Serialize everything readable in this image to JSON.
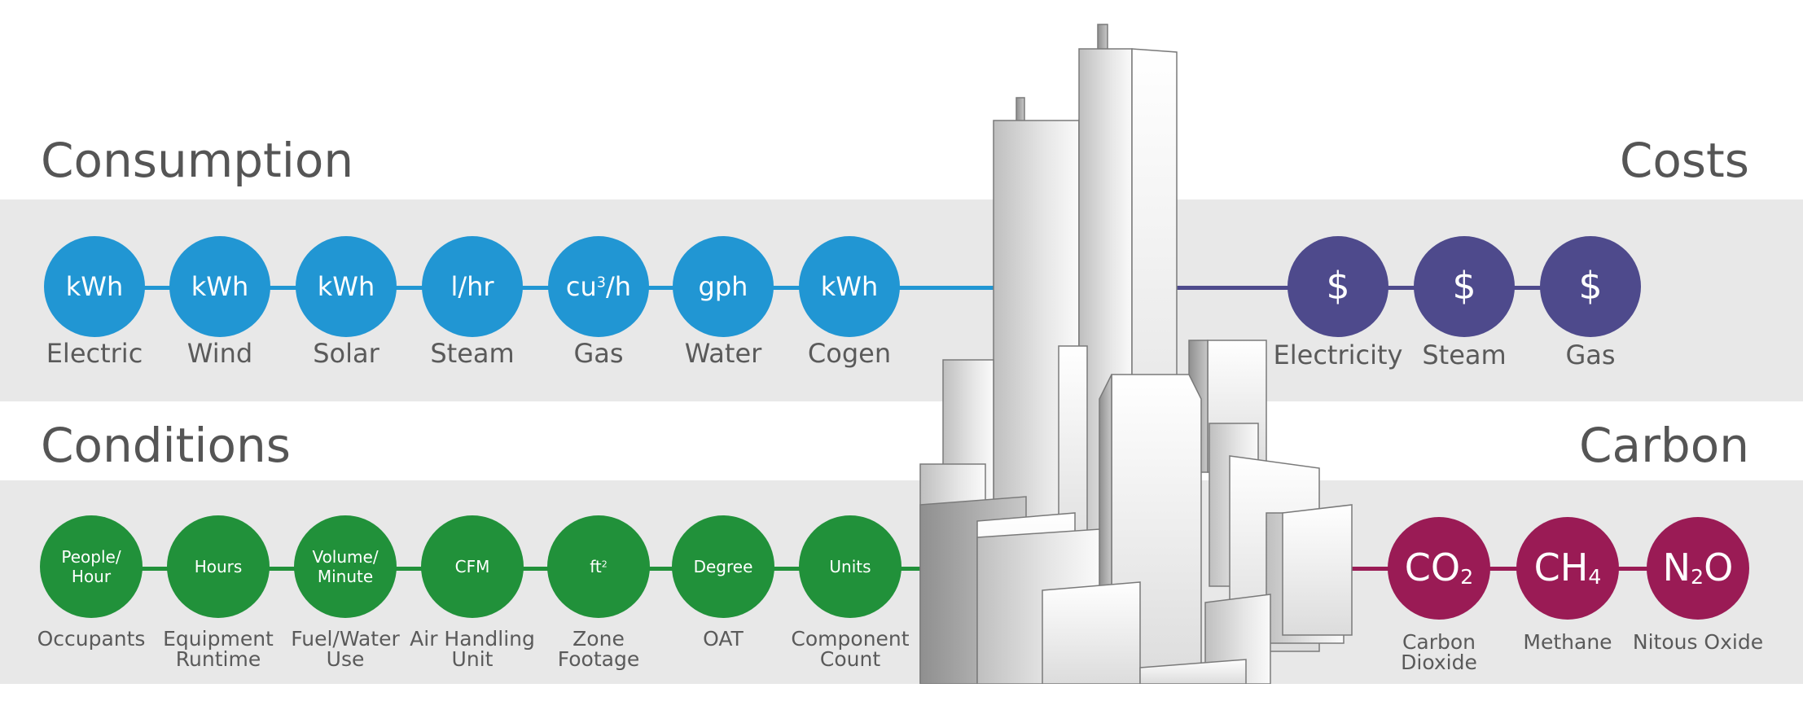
{
  "colors": {
    "consumption": "#2196d3",
    "costs": "#4e4a8c",
    "conditions": "#21913a",
    "carbon": "#9a1b55",
    "band": "#e8e8e8",
    "text": "#5a5a5a"
  },
  "consumption": {
    "title": "Consumption",
    "items": [
      {
        "unit": "kWh",
        "label": "Electric"
      },
      {
        "unit": "kWh",
        "label": "Wind"
      },
      {
        "unit": "kWh",
        "label": "Solar"
      },
      {
        "unit": "l/hr",
        "label": "Steam"
      },
      {
        "unit_pre": "cu",
        "unit_sup": "3",
        "unit_post": "/h",
        "label": "Gas"
      },
      {
        "unit": "gph",
        "label": "Water"
      },
      {
        "unit": "kWh",
        "label": "Cogen"
      }
    ]
  },
  "costs": {
    "title": "Costs",
    "items": [
      {
        "unit": "$",
        "label": "Electricity"
      },
      {
        "unit": "$",
        "label": "Steam"
      },
      {
        "unit": "$",
        "label": "Gas"
      }
    ]
  },
  "conditions": {
    "title": "Conditions",
    "items": [
      {
        "unit_l1": "People/",
        "unit_l2": "Hour",
        "label_l1": "Occupants",
        "label_l2": ""
      },
      {
        "unit_l1": "Hours",
        "unit_l2": "",
        "label_l1": "Equipment",
        "label_l2": "Runtime"
      },
      {
        "unit_l1": "Volume/",
        "unit_l2": "Minute",
        "label_l1": "Fuel/Water",
        "label_l2": "Use"
      },
      {
        "unit_l1": "CFM",
        "unit_l2": "",
        "label_l1": "Air Handling",
        "label_l2": "Unit"
      },
      {
        "unit_pre": "ft",
        "unit_sup": "2",
        "label_l1": "Zone",
        "label_l2": "Footage"
      },
      {
        "unit_l1": "Degree",
        "unit_l2": "",
        "label_l1": "OAT",
        "label_l2": ""
      },
      {
        "unit_l1": "Units",
        "unit_l2": "",
        "label_l1": "Component",
        "label_l2": "Count"
      }
    ]
  },
  "carbon": {
    "title": "Carbon",
    "items": [
      {
        "unit_pre": "CO",
        "unit_sub": "2",
        "unit_post": "",
        "label_l1": "Carbon",
        "label_l2": "Dioxide"
      },
      {
        "unit_pre": "CH",
        "unit_sub": "4",
        "unit_post": "",
        "label_l1": "Methane",
        "label_l2": ""
      },
      {
        "unit_pre": "N",
        "unit_sub": "2",
        "unit_post": "O",
        "label_l1": "Nitous Oxide",
        "label_l2": ""
      }
    ]
  }
}
